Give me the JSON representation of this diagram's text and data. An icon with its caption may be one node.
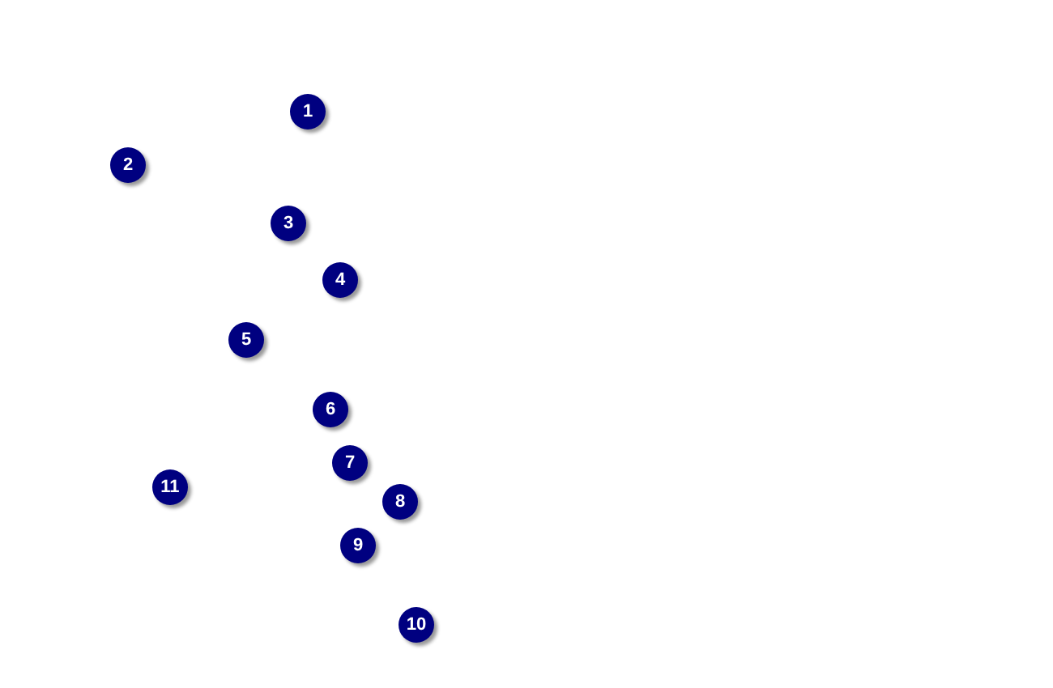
{
  "diagram": {
    "labels": [
      "1",
      "2",
      "3",
      "4",
      "5",
      "6",
      "7",
      "11",
      "8",
      "9",
      "10"
    ]
  }
}
